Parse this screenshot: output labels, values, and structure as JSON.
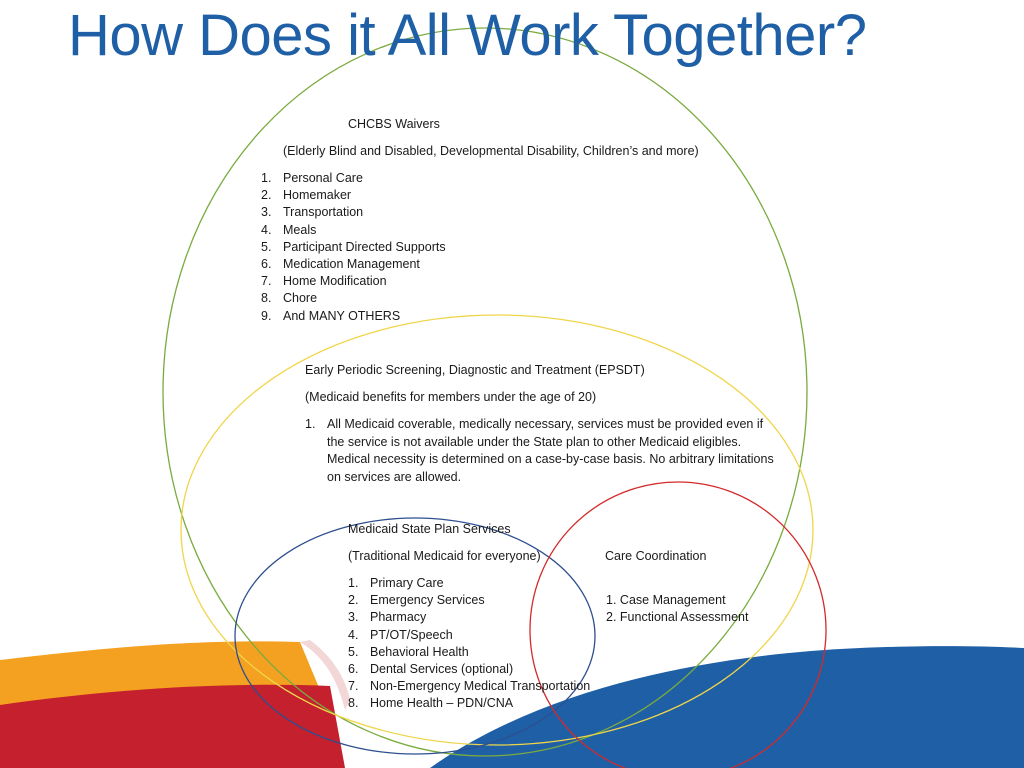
{
  "title": "How Does it All Work Together?",
  "colors": {
    "title": "#1f5fa6",
    "chcbs_circle": "#7aab3f",
    "epsdt_circle": "#f0d54a",
    "state_plan_circle": "#2d4f8f",
    "care_coordination_circle": "#d42a2a",
    "wave_orange": "#f4a020",
    "wave_red": "#c4202e",
    "wave_blue": "#1f5fa6"
  },
  "chcbs": {
    "heading": "CHCBS Waivers",
    "subheading": "(Elderly Blind and Disabled, Developmental Disability, Children’s and more)",
    "items": [
      {
        "num": "1.",
        "label": "Personal Care"
      },
      {
        "num": "2.",
        "label": "Homemaker"
      },
      {
        "num": "3.",
        "label": "Transportation"
      },
      {
        "num": "4.",
        "label": "Meals"
      },
      {
        "num": "5.",
        "label": "Participant Directed Supports"
      },
      {
        "num": "6.",
        "label": "Medication Management"
      },
      {
        "num": "7.",
        "label": "Home Modification"
      },
      {
        "num": "8.",
        "label": "Chore"
      },
      {
        "num": "9.",
        "label": "And MANY OTHERS"
      }
    ]
  },
  "epsdt": {
    "heading": "Early Periodic Screening, Diagnostic and Treatment (EPSDT)",
    "subheading": "(Medicaid benefits for members under the age of 20)",
    "item_num": "1.",
    "item_text": "All Medicaid coverable, medically necessary, services must be provided even if the service is not available under the State plan to other Medicaid eligibles. Medical necessity is determined on a case-by-case basis. No arbitrary limitations on services are allowed."
  },
  "state_plan": {
    "heading": "Medicaid State Plan Services",
    "subheading": "(Traditional Medicaid for everyone)",
    "items": [
      {
        "num": "1.",
        "label": "Primary Care"
      },
      {
        "num": "2.",
        "label": "Emergency Services"
      },
      {
        "num": "3.",
        "label": "Pharmacy"
      },
      {
        "num": "4.",
        "label": "PT/OT/Speech"
      },
      {
        "num": "5.",
        "label": "Behavioral Health"
      },
      {
        "num": "6.",
        "label": "Dental Services (optional)"
      },
      {
        "num": "7.",
        "label": "Non-Emergency Medical Transportation"
      },
      {
        "num": "8.",
        "label": "Home Health – PDN/CNA"
      }
    ]
  },
  "care_coordination": {
    "heading": "Care Coordination",
    "items": [
      {
        "num": "1.",
        "label": "Case Management"
      },
      {
        "num": "2.",
        "label": "Functional Assessment"
      }
    ]
  }
}
